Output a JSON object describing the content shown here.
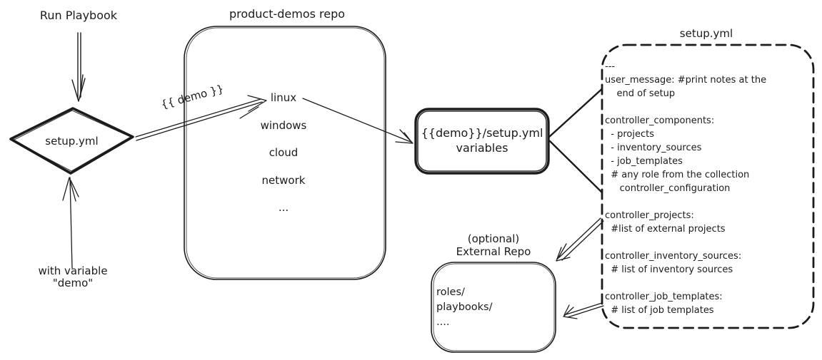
{
  "colors": {
    "ink": "#1b1b1b",
    "background": "#ffffff"
  },
  "left_flow": {
    "run_playbook_label": "Run Playbook",
    "diamond_label": "setup.yml",
    "with_variable_label": "with variable\n\"demo\""
  },
  "repo": {
    "title": "product-demos repo",
    "items": [
      "linux",
      "windows",
      "cloud",
      "network",
      "..."
    ]
  },
  "demo_arrow_label": "{{ demo }}",
  "variables_box": {
    "label": "{{demo}}/setup.yml\nvariables"
  },
  "setup_yml": {
    "title": "setup.yml",
    "content": "---\nuser_message: #print notes at the\n    end of setup\n\ncontroller_components:\n  - projects\n  - inventory_sources\n  - job_templates\n  # any role from the collection\n     controller_configuration\n\ncontroller_projects:\n  #list of external projects\n\ncontroller_inventory_sources:\n  # list of inventory sources\n\ncontroller_job_templates:\n  # list of job templates"
  },
  "external_repo": {
    "title": "(optional)\nExternal Repo",
    "content": "roles/\nplaybooks/\n...."
  }
}
